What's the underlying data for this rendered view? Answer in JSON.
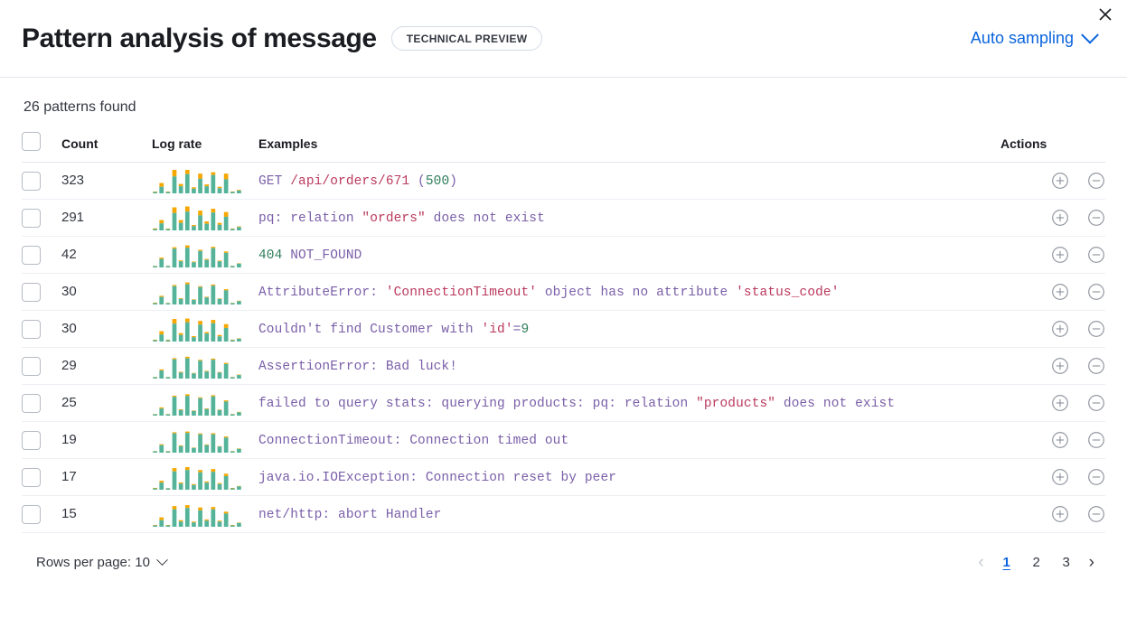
{
  "header": {
    "title": "Pattern analysis of message",
    "badge": "TECHNICAL PREVIEW",
    "sampling_label": "Auto sampling",
    "sampling_icon": "chevron-down-icon",
    "close_icon": "close-icon"
  },
  "summary": {
    "patterns_found": "26 patterns found"
  },
  "table": {
    "columns": {
      "select": "",
      "count": "Count",
      "log_rate": "Log rate",
      "examples": "Examples",
      "actions": "Actions"
    },
    "colors": {
      "spark_primary": "#54b399",
      "spark_secondary": "#f5a700",
      "keyword": "#7a5fa8",
      "string": "#bb3a5d",
      "number": "#2e7d5b",
      "accent": "#0b64dd"
    },
    "rows": [
      {
        "count": "323",
        "example_plain": "GET /api/orders/671 (500)",
        "tokens": [
          {
            "t": "GET ",
            "c": "kw"
          },
          {
            "t": "/api/orders/671",
            "c": "str"
          },
          {
            "t": " (",
            "c": "kw"
          },
          {
            "t": "500",
            "c": "num"
          },
          {
            "t": ")",
            "c": "kw"
          }
        ],
        "spark": {
          "base": [
            0.04,
            0.28,
            0.04,
            0.72,
            0.3,
            0.82,
            0.2,
            0.62,
            0.3,
            0.78,
            0.22,
            0.6,
            0.06,
            0.12
          ],
          "extra": [
            0.02,
            0.16,
            0.02,
            0.28,
            0.1,
            0.18,
            0.06,
            0.22,
            0.08,
            0.12,
            0.06,
            0.24,
            0.02,
            0.03
          ]
        }
      },
      {
        "count": "291",
        "example_plain": "pq: relation \"orders\" does not exist",
        "tokens": [
          {
            "t": "pq: relation ",
            "c": "kw"
          },
          {
            "t": "\"orders\"",
            "c": "str"
          },
          {
            "t": " does not exist",
            "c": "kw"
          }
        ],
        "spark": {
          "base": [
            0.05,
            0.3,
            0.04,
            0.74,
            0.32,
            0.8,
            0.18,
            0.64,
            0.28,
            0.76,
            0.24,
            0.58,
            0.06,
            0.14
          ],
          "extra": [
            0.03,
            0.14,
            0.02,
            0.24,
            0.12,
            0.22,
            0.05,
            0.2,
            0.1,
            0.16,
            0.08,
            0.2,
            0.02,
            0.03
          ]
        }
      },
      {
        "count": "42",
        "example_plain": "404 NOT_FOUND",
        "tokens": [
          {
            "t": "404",
            "c": "num"
          },
          {
            "t": " NOT_FOUND",
            "c": "kw"
          }
        ],
        "spark": {
          "base": [
            0.03,
            0.36,
            0.04,
            0.8,
            0.26,
            0.84,
            0.22,
            0.7,
            0.32,
            0.82,
            0.26,
            0.62,
            0.05,
            0.16
          ],
          "extra": [
            0.01,
            0.06,
            0.01,
            0.06,
            0.04,
            0.1,
            0.03,
            0.05,
            0.04,
            0.06,
            0.03,
            0.06,
            0.01,
            0.02
          ]
        }
      },
      {
        "count": "30",
        "example_plain": "AttributeError: 'ConnectionTimeout' object has no attribute 'status_code'",
        "tokens": [
          {
            "t": "AttributeError: ",
            "c": "kw"
          },
          {
            "t": "'ConnectionTimeout'",
            "c": "str"
          },
          {
            "t": " object has no attribute ",
            "c": "kw"
          },
          {
            "t": "'status_code'",
            "c": "str"
          }
        ],
        "spark": {
          "base": [
            0.04,
            0.32,
            0.04,
            0.78,
            0.24,
            0.86,
            0.2,
            0.74,
            0.3,
            0.8,
            0.24,
            0.6,
            0.05,
            0.14
          ],
          "extra": [
            0.02,
            0.05,
            0.01,
            0.05,
            0.03,
            0.08,
            0.02,
            0.04,
            0.03,
            0.05,
            0.02,
            0.05,
            0.01,
            0.02
          ]
        }
      },
      {
        "count": "30",
        "example_plain": "Couldn't find Customer with 'id'=9",
        "tokens": [
          {
            "t": "Couldn't find Customer with ",
            "c": "kw"
          },
          {
            "t": "'id'",
            "c": "str"
          },
          {
            "t": "=",
            "c": "kw"
          },
          {
            "t": "9",
            "c": "num"
          }
        ],
        "spark": {
          "base": [
            0.05,
            0.3,
            0.04,
            0.76,
            0.28,
            0.82,
            0.18,
            0.72,
            0.34,
            0.78,
            0.22,
            0.58,
            0.06,
            0.12
          ],
          "extra": [
            0.02,
            0.14,
            0.02,
            0.2,
            0.08,
            0.16,
            0.05,
            0.16,
            0.06,
            0.14,
            0.06,
            0.16,
            0.02,
            0.02
          ]
        }
      },
      {
        "count": "29",
        "example_plain": "AssertionError: Bad luck!",
        "tokens": [
          {
            "t": "AssertionError: Bad luck!",
            "c": "kw"
          }
        ],
        "spark": {
          "base": [
            0.04,
            0.34,
            0.04,
            0.82,
            0.26,
            0.86,
            0.22,
            0.76,
            0.3,
            0.8,
            0.26,
            0.62,
            0.05,
            0.15
          ],
          "extra": [
            0.01,
            0.05,
            0.01,
            0.05,
            0.03,
            0.07,
            0.02,
            0.04,
            0.03,
            0.05,
            0.02,
            0.05,
            0.01,
            0.02
          ]
        }
      },
      {
        "count": "25",
        "example_plain": "failed to query stats: querying products: pq: relation \"products\" does not exist",
        "tokens": [
          {
            "t": "failed to query stats: querying products: pq: relation ",
            "c": "kw"
          },
          {
            "t": "\"products\"",
            "c": "str"
          },
          {
            "t": " does not exist",
            "c": "kw"
          }
        ],
        "spark": {
          "base": [
            0.04,
            0.3,
            0.04,
            0.8,
            0.24,
            0.84,
            0.2,
            0.74,
            0.28,
            0.82,
            0.24,
            0.6,
            0.05,
            0.14
          ],
          "extra": [
            0.01,
            0.05,
            0.01,
            0.05,
            0.03,
            0.07,
            0.02,
            0.04,
            0.03,
            0.05,
            0.02,
            0.05,
            0.01,
            0.02
          ]
        }
      },
      {
        "count": "19",
        "example_plain": "ConnectionTimeout: Connection timed out",
        "tokens": [
          {
            "t": "ConnectionTimeout: Connection timed out",
            "c": "kw"
          }
        ],
        "spark": {
          "base": [
            0.04,
            0.32,
            0.04,
            0.82,
            0.28,
            0.84,
            0.2,
            0.78,
            0.32,
            0.78,
            0.26,
            0.64,
            0.05,
            0.16
          ],
          "extra": [
            0.01,
            0.04,
            0.01,
            0.05,
            0.03,
            0.06,
            0.02,
            0.04,
            0.03,
            0.05,
            0.02,
            0.05,
            0.01,
            0.02
          ]
        }
      },
      {
        "count": "17",
        "example_plain": "java.io.IOException: Connection reset by peer",
        "tokens": [
          {
            "t": "java.io.IOException: Connection reset by peer",
            "c": "kw"
          }
        ],
        "spark": {
          "base": [
            0.04,
            0.3,
            0.04,
            0.78,
            0.26,
            0.84,
            0.2,
            0.74,
            0.3,
            0.76,
            0.24,
            0.58,
            0.05,
            0.14
          ],
          "extra": [
            0.02,
            0.08,
            0.01,
            0.14,
            0.05,
            0.12,
            0.04,
            0.1,
            0.05,
            0.12,
            0.04,
            0.1,
            0.02,
            0.02
          ]
        }
      },
      {
        "count": "15",
        "example_plain": "net/http: abort Handler",
        "tokens": [
          {
            "t": "net/http: abort Handler",
            "c": "kw"
          }
        ],
        "spark": {
          "base": [
            0.05,
            0.28,
            0.04,
            0.74,
            0.22,
            0.8,
            0.18,
            0.7,
            0.26,
            0.74,
            0.22,
            0.56,
            0.05,
            0.16
          ],
          "extra": [
            0.02,
            0.12,
            0.02,
            0.14,
            0.06,
            0.12,
            0.04,
            0.12,
            0.05,
            0.1,
            0.04,
            0.08,
            0.02,
            0.02
          ]
        }
      }
    ],
    "row_actions": {
      "add_icon": "plus-in-circle-icon",
      "remove_icon": "minus-in-circle-icon"
    }
  },
  "footer": {
    "rows_per_page_label": "Rows per page: 10",
    "rows_per_page_icon": "chevron-down-icon",
    "prev_icon": "chevron-left-icon",
    "next_icon": "chevron-right-icon",
    "pages": [
      "1",
      "2",
      "3"
    ],
    "active_page": "1"
  }
}
